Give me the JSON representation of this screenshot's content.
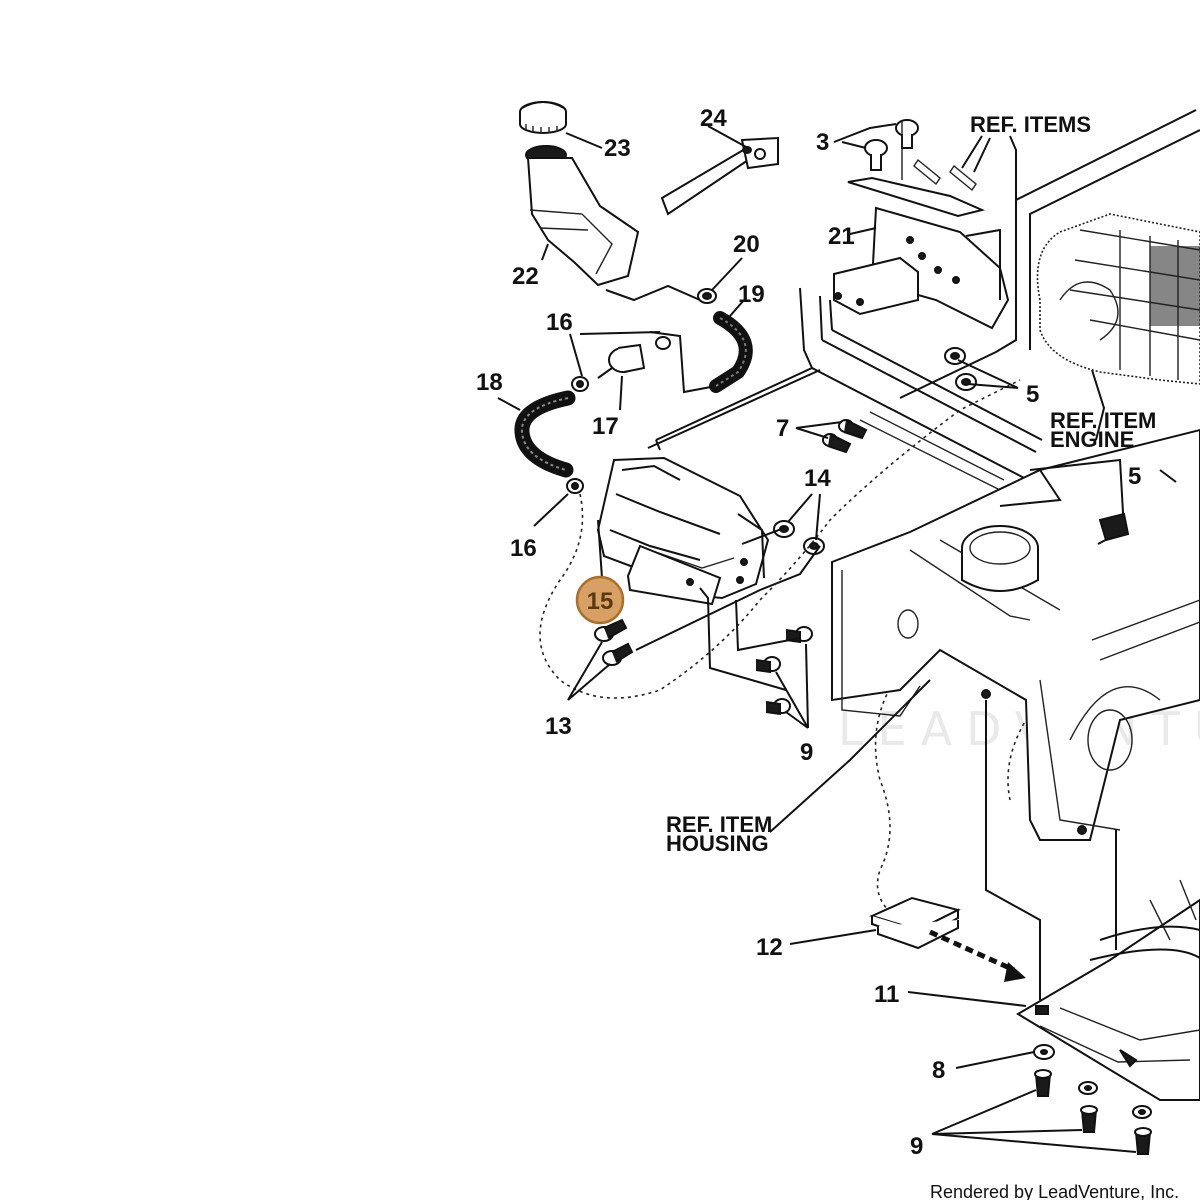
{
  "callouts": {
    "c3": "3",
    "c5a": "5",
    "c5b": "5",
    "c7": "7",
    "c8": "8",
    "c9a": "9",
    "c9b": "9",
    "c11": "11",
    "c12": "12",
    "c13": "13",
    "c14": "14",
    "c15": "15",
    "c16a": "16",
    "c16b": "16",
    "c17": "17",
    "c18": "18",
    "c19": "19",
    "c20": "20",
    "c21": "21",
    "c22": "22",
    "c23": "23",
    "c24": "24"
  },
  "refs": {
    "items": "REF. ITEMS",
    "engine_line1": "REF. ITEM",
    "engine_line2": "ENGINE",
    "housing_line1": "REF. ITEM",
    "housing_line2": "HOUSING"
  },
  "highlight": {
    "part": "15",
    "color": "#d9a066"
  },
  "watermark": "LEADVENTURE",
  "credit": "Rendered by LeadVenture, Inc."
}
